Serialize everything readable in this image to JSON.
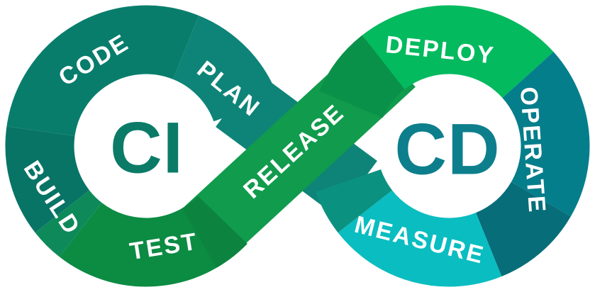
{
  "diagram": {
    "name": "CI/CD DevOps infinity loop",
    "ci": {
      "label": "CI",
      "stages": [
        {
          "label": "PLAN"
        },
        {
          "label": "CODE"
        },
        {
          "label": "BUILD"
        },
        {
          "label": "TEST"
        }
      ]
    },
    "cd": {
      "label": "CD",
      "stages": [
        {
          "label": "DEPLOY"
        },
        {
          "label": "OPERATE"
        },
        {
          "label": "MEASURE"
        }
      ]
    },
    "shared_stage": {
      "label": "RELEASE"
    }
  },
  "colors": {
    "background": "#ffffff",
    "teal_code": "#087d6c",
    "teal_plan": "#0e8478",
    "teal_build": "#087465",
    "teal_green_wedge": "#0e8a5a",
    "green_test": "#0c8b43",
    "green_test_release_patch": "#0c8440",
    "green_release": "#109b4d",
    "green_release_deploy_patch": "#0a9149",
    "green_deploy": "#03ba5f",
    "blue_teal_operate": "#057e8b",
    "blue_teal_operate_dark": "#066d79",
    "cyan_measure": "#0abdc1",
    "teal_measure_plan_patch": "#0b9180",
    "ci_text": "#0b7b68",
    "cd_text": "#0d7f8c",
    "label_text": "#ffffff"
  }
}
